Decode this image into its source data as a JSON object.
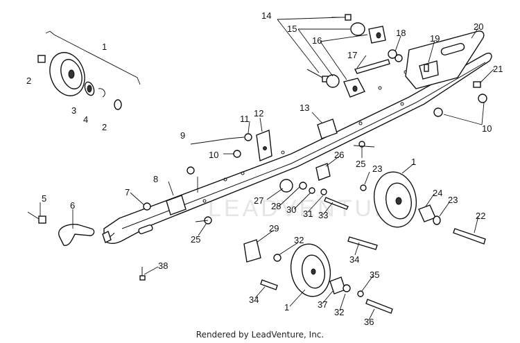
{
  "labels": {
    "l1_top": "1",
    "l2_a": "2",
    "l3": "3",
    "l4": "4",
    "l2_b": "2",
    "l5": "5",
    "l6": "6",
    "l7": "7",
    "l8": "8",
    "l9": "9",
    "l10_a": "10",
    "l11": "11",
    "l12": "12",
    "l13": "13",
    "l14": "14",
    "l15": "15",
    "l16": "16",
    "l17": "17",
    "l18": "18",
    "l19": "19",
    "l20": "20",
    "l21": "21",
    "l10_b": "10",
    "l25_a": "25",
    "l26": "26",
    "l23_a": "23",
    "l1_right": "1",
    "l24": "24",
    "l23_b": "23",
    "l22": "22",
    "l27": "27",
    "l28": "28",
    "l30": "30",
    "l31": "31",
    "l33": "33",
    "l25_b": "25",
    "l29": "29",
    "l32_a": "32",
    "l34_a": "34",
    "l1_bottom": "1",
    "l37": "37",
    "l32_b": "32",
    "l35": "35",
    "l36": "36",
    "l34_b": "34",
    "l38": "38"
  },
  "watermark": "LEADVENTURE",
  "credit": "Rendered by LeadVenture, Inc."
}
